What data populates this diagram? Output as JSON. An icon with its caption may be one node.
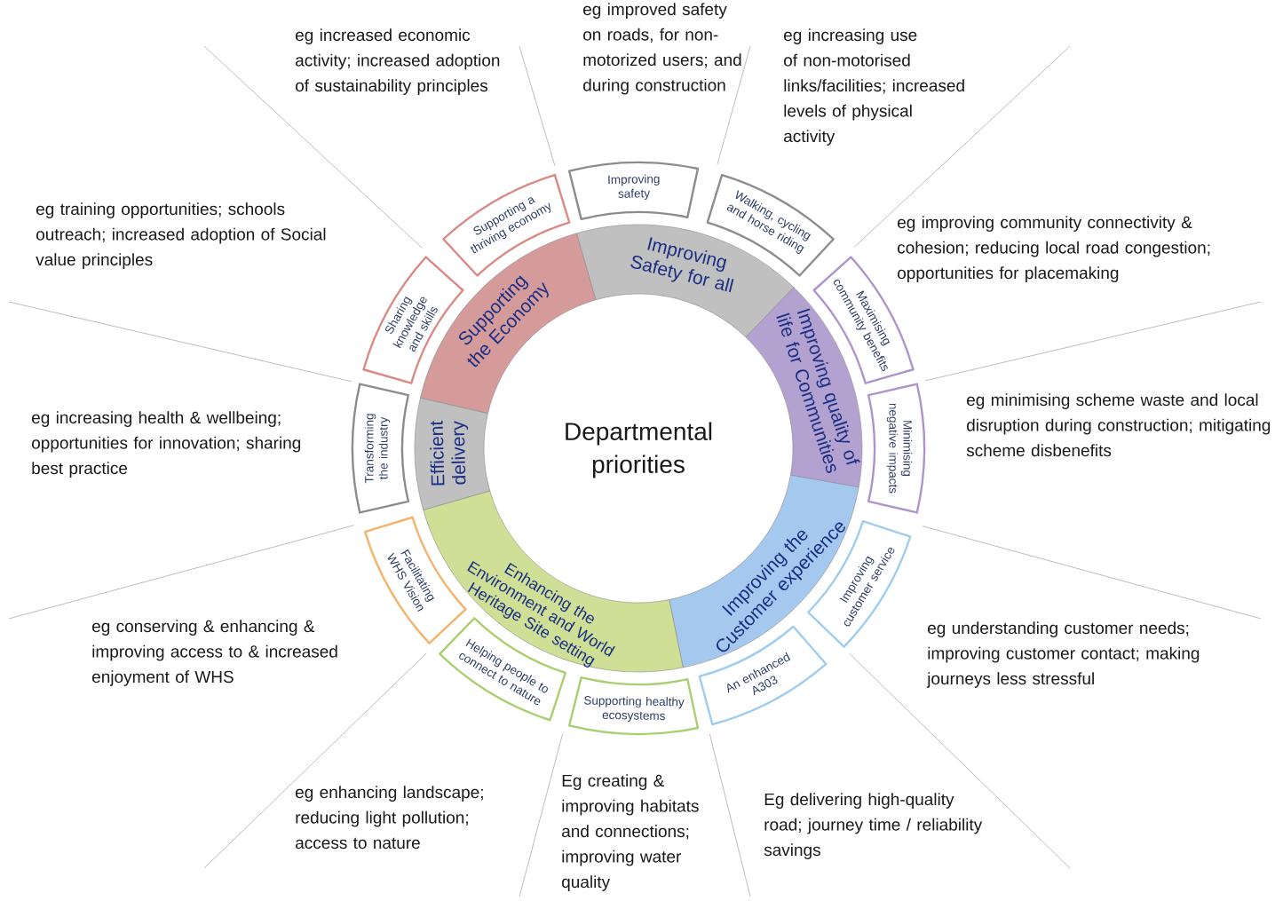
{
  "diagram": {
    "nodes": [
      {
        "text": [
          "Departmental priorities"
        ]
      },
      {
        "text": [
          "Supporting the Economy"
        ]
      },
      {
        "text": [
          "Improving Safety for all"
        ]
      },
      {
        "text": [
          "Improving quality of life for Communities"
        ]
      },
      {
        "text": [
          "Improving the Customer experience"
        ]
      },
      {
        "text": [
          "Enhancing the Environment and World Heritage Site setting"
        ]
      },
      {
        "text": [
          "Efficient delivery"
        ]
      },
      {
        "text": [
          "Supporting a thriving economy"
        ]
      },
      {
        "text": [
          "Improving safety"
        ]
      },
      {
        "text": [
          "Walking, cycling and horse riding"
        ]
      },
      {
        "text": [
          "Maximising community benefits"
        ]
      },
      {
        "text": [
          "Minimising negative impacts"
        ]
      },
      {
        "text": [
          "Improving customer service"
        ]
      },
      {
        "text": [
          "An enhanced A303"
        ]
      },
      {
        "text": [
          "Supporting healthy ecosystems"
        ]
      },
      {
        "text": [
          "Helping people to connect to nature"
        ]
      },
      {
        "text": [
          "Facilitating WHS Vision"
        ]
      },
      {
        "text": [
          "Transforming the industry"
        ]
      },
      {
        "text": [
          "Sharing knowledge and skills"
        ]
      }
    ],
    "labels": [
      "eg improved safety on roads, for non-motorized users; and during construction",
      "eg increased economic activity; increased adoption of sustainability principles",
      "eg increasing use of non-motorised links/facilities; increased levels of physical activity",
      "eg training opportunities; schools outreach; increased adoption of Social value principles",
      "eg improving community connectivity & cohesion; reducing local road congestion; opportunities for placemaking",
      "eg minimising scheme waste and local disruption during construction; mitigating scheme disbenefits",
      "eg increasing health & wellbeing; opportunities for innovation; sharing best practice",
      "eg conserving & enhancing & improving access to & increased enjoyment of WHS",
      "eg understanding customer needs; improving customer contact; making journeys less stressful",
      "eg enhancing landscape; reducing light pollution; access to nature",
      "Eg creating & improving habitats and connections; improving water quality",
      "Eg delivering high-quality road; journey time / reliability savings"
    ]
  }
}
